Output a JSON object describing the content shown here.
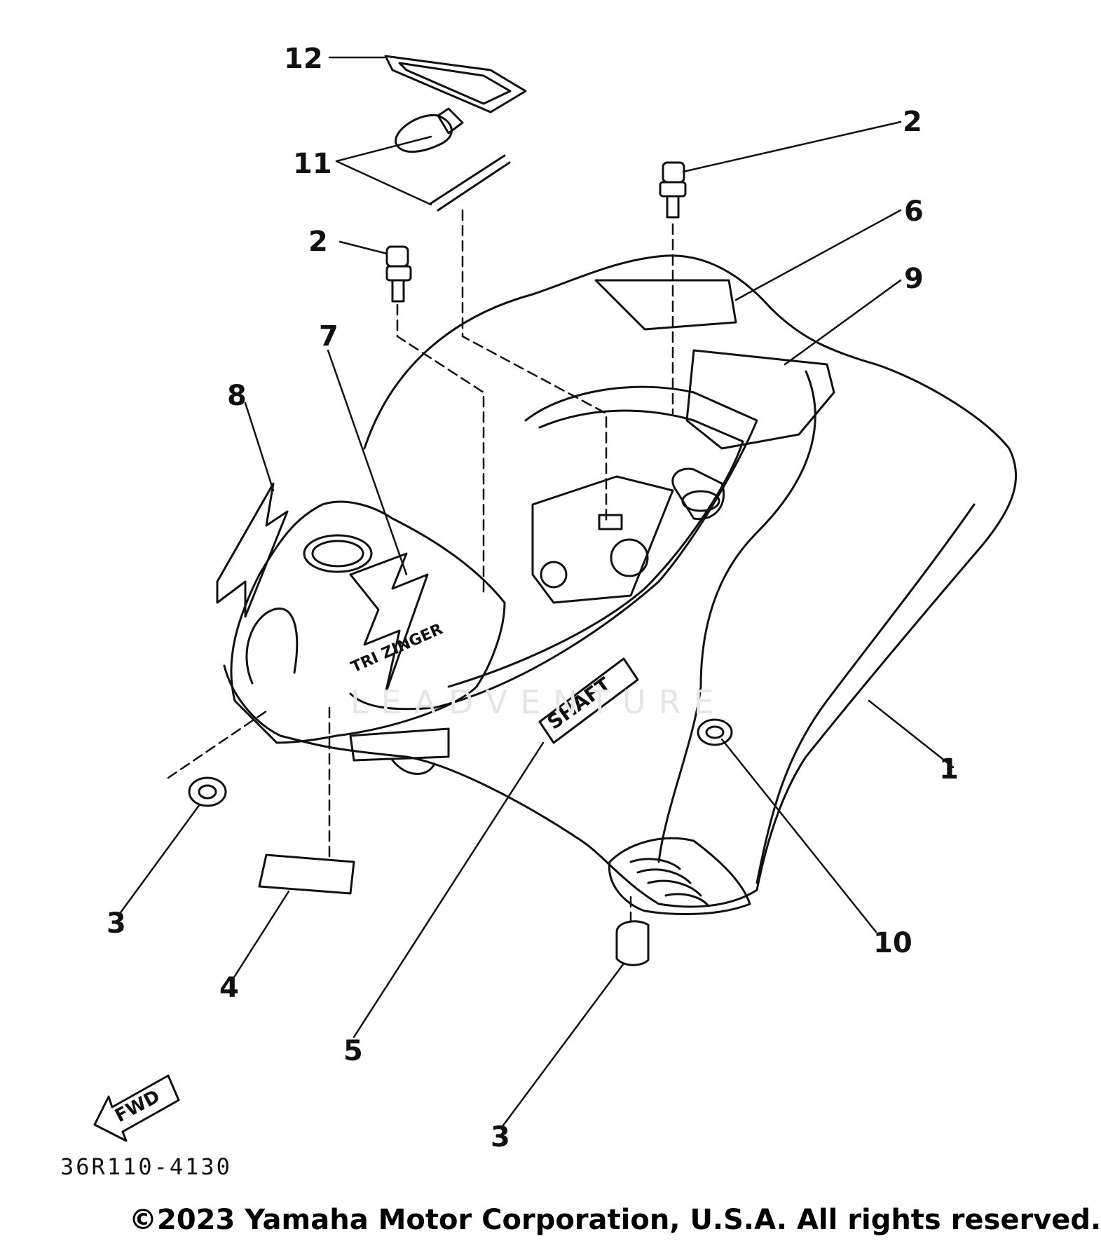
{
  "callouts": {
    "c1": "1",
    "c2a": "2",
    "c2b": "2",
    "c3a": "3",
    "c3b": "3",
    "c4": "4",
    "c5": "5",
    "c6": "6",
    "c7": "7",
    "c8": "8",
    "c9": "9",
    "c10": "10",
    "c11": "11",
    "c12": "12"
  },
  "decals": {
    "shaft": "SHAFT",
    "tri_zinger": "TRI ZINGER",
    "fwd": "FWD"
  },
  "diagram_code": "36R110-4130",
  "watermark": "LEADVENTURE",
  "copyright": "©2023 Yamaha Motor Corporation, U.S.A. All rights reserved."
}
